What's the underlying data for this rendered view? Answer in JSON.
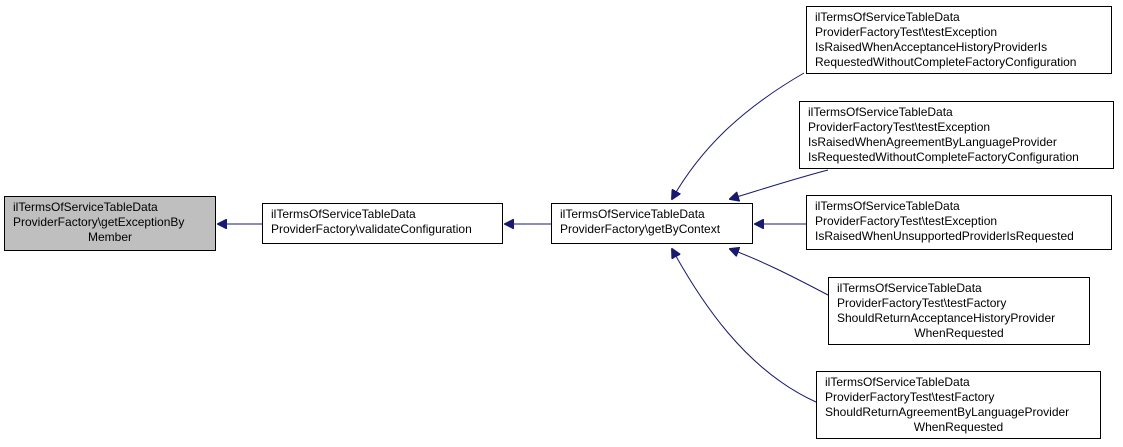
{
  "colors": {
    "edge": "#191970",
    "highlight_fill": "#bfbfbf",
    "border": "#000000"
  },
  "nodes": {
    "getExceptionByMember": {
      "lines": [
        "ilTermsOfServiceTableData",
        "ProviderFactory\\getExceptionBy",
        "Member"
      ]
    },
    "validateConfiguration": {
      "lines": [
        "ilTermsOfServiceTableData",
        "ProviderFactory\\validateConfiguration"
      ]
    },
    "getByContext": {
      "lines": [
        "ilTermsOfServiceTableData",
        "ProviderFactory\\getByContext"
      ]
    },
    "test1": {
      "lines": [
        "ilTermsOfServiceTableData",
        "ProviderFactoryTest\\testException",
        "IsRaisedWhenAcceptanceHistoryProviderIs",
        "RequestedWithoutCompleteFactoryConfiguration"
      ]
    },
    "test2": {
      "lines": [
        "ilTermsOfServiceTableData",
        "ProviderFactoryTest\\testException",
        "IsRaisedWhenAgreementByLanguageProvider",
        "IsRequestedWithoutCompleteFactoryConfiguration"
      ]
    },
    "test3": {
      "lines": [
        "ilTermsOfServiceTableData",
        "ProviderFactoryTest\\testException",
        "IsRaisedWhenUnsupportedProviderIsRequested"
      ]
    },
    "test4": {
      "lines": [
        "ilTermsOfServiceTableData",
        "ProviderFactoryTest\\testFactory",
        "ShouldReturnAcceptanceHistoryProvider",
        "WhenRequested"
      ]
    },
    "test5": {
      "lines": [
        "ilTermsOfServiceTableData",
        "ProviderFactoryTest\\testFactory",
        "ShouldReturnAgreementByLanguageProvider",
        "WhenRequested"
      ]
    }
  },
  "edges": [
    {
      "from": "validateConfiguration",
      "to": "getExceptionByMember"
    },
    {
      "from": "getByContext",
      "to": "validateConfiguration"
    },
    {
      "from": "test1",
      "to": "getByContext"
    },
    {
      "from": "test2",
      "to": "getByContext"
    },
    {
      "from": "test3",
      "to": "getByContext"
    },
    {
      "from": "test4",
      "to": "getByContext"
    },
    {
      "from": "test5",
      "to": "getByContext"
    }
  ]
}
